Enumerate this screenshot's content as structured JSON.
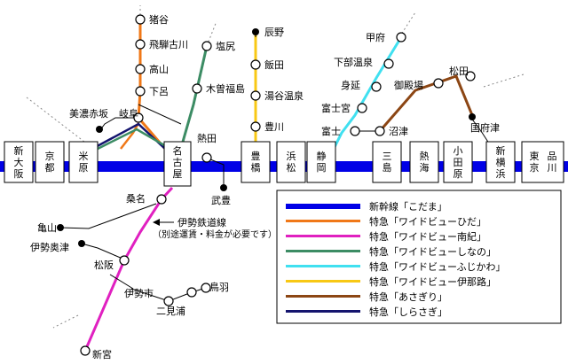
{
  "colors": {
    "shinkansen": "#0000e6",
    "hida": "#f07818",
    "nanki": "#e020c0",
    "shinano": "#3c8c64",
    "fujikawa": "#40e0f0",
    "inaji": "#f8c814",
    "asagiri": "#8c4614",
    "shirasagi": "#14146e"
  },
  "trunk_stations": {
    "shin_osaka": "新\n大\n阪",
    "kyoto": "京\n都",
    "maibara": "米\n原",
    "nagoya": "名\n古\n屋",
    "toyohashi": "豊\n橋",
    "hamamatsu": "浜\n松",
    "shizuoka": "静\n岡",
    "mishima": "三\n島",
    "atami": "熱\n海",
    "odawara": "小\n田\n原",
    "shin_yokohama": "新\n横\n浜",
    "shinagawa": "品\n川",
    "tokyo": "東\n京"
  },
  "stations": {
    "inotani": "猪谷",
    "hida_furukawa": "飛騨古川",
    "takayama": "高山",
    "gero": "下呂",
    "mino_akasaka": "美濃赤坂",
    "gifu": "岐阜",
    "shiojiri": "塩尻",
    "kiso_fukushima": "木曽福島",
    "tatsuno": "辰野",
    "iida": "飯田",
    "yudani_onsen": "湯谷温泉",
    "toyokawa": "豊川",
    "atsuta": "熱田",
    "taketoyo": "武豊",
    "kuwana": "桑名",
    "kameyama": "亀山",
    "ise_okitsu": "伊勢奥津",
    "matsusaka": "松阪",
    "iseshi": "伊勢市",
    "futamiura": "二見浦",
    "toba": "鳥羽",
    "shingu": "新宮",
    "kofu": "甲府",
    "shimobe_onsen": "下部温泉",
    "minobu": "身延",
    "fujinomiya": "富士宮",
    "fuji": "富士",
    "numazu": "沼津",
    "gotemba": "御殿場",
    "matsuda": "松田",
    "kokufuzu": "国府津"
  },
  "ise_railway": {
    "name": "伊勢鉄道線",
    "note": "（別途運賃・料金が必要です）"
  },
  "legend": [
    {
      "key": "shinkansen",
      "label": "新幹線「こだま」"
    },
    {
      "key": "hida",
      "label": "特急「ワイドビューひだ」"
    },
    {
      "key": "nanki",
      "label": "特急「ワイドビュー南紀」"
    },
    {
      "key": "shinano",
      "label": "特急「ワイドビューしなの」"
    },
    {
      "key": "fujikawa",
      "label": "特急「ワイドビューふじかわ」"
    },
    {
      "key": "inaji",
      "label": "特急「ワイドビュー伊那路」"
    },
    {
      "key": "asagiri",
      "label": "特急「あさぎり」"
    },
    {
      "key": "shirasagi",
      "label": "特急「しらさぎ」"
    }
  ]
}
